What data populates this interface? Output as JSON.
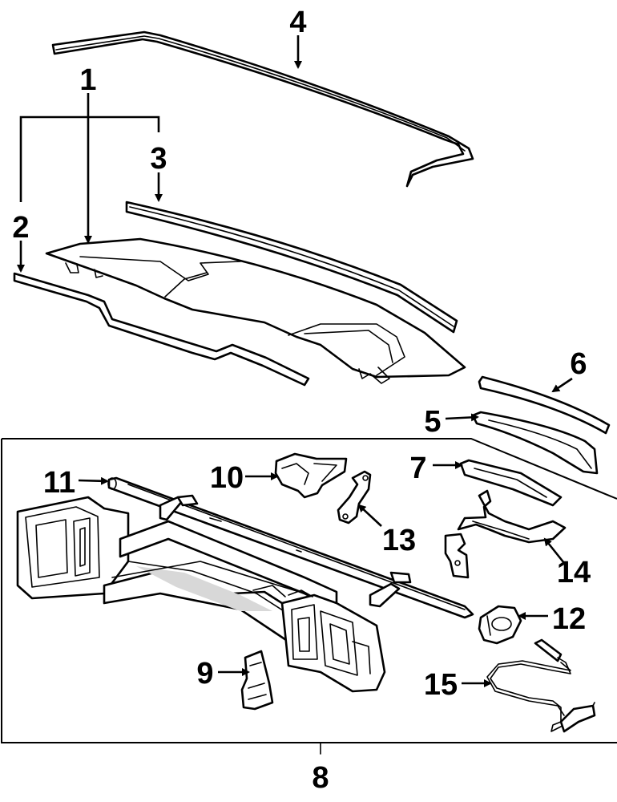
{
  "labels": {
    "1": "1",
    "2": "2",
    "3": "3",
    "4": "4",
    "5": "5",
    "6": "6",
    "7": "7",
    "8": "8",
    "9": "9",
    "10": "10",
    "11": "11",
    "12": "12",
    "13": "13",
    "14": "14",
    "15": "15"
  }
}
